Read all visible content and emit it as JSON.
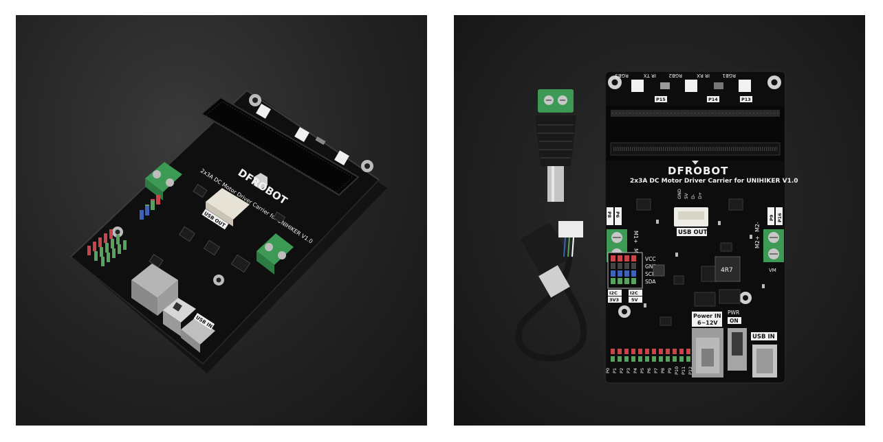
{
  "board": {
    "brand": "DFROBOT",
    "title": "2x3A DC Motor Driver Carrier for UNIHIKER V1.0",
    "title_angled": "2x3A DC Motor Driver Carrier for UNIHIKER V1.0"
  },
  "labels": {
    "rgb3": "RGB3",
    "ir_tx": "IR TX",
    "rgb2": "RGB2",
    "ir_rx": "IR RX",
    "rgb1": "RGB1",
    "p15": "P15",
    "p14": "P14",
    "p13": "P13",
    "usb_out": "USB OUT",
    "gnd": "GND",
    "v5": "5V",
    "dminus": "D-",
    "dplus": "D+",
    "p8": "P8",
    "p6": "P6",
    "p9": "P9",
    "p16": "P16",
    "m1p": "M1+",
    "m1m": "M1-",
    "m2p": "M2+",
    "m2m": "M2-",
    "vm": "VM",
    "vcc": "VCC",
    "gnd2": "GND",
    "scl": "SCL",
    "sda": "SDA",
    "i2c": "I2C",
    "v3v3": "3V3",
    "v5b": "5V",
    "power_in": "Power IN",
    "power_range": "6~12V",
    "pwr": "PWR",
    "on": "ON",
    "usb_in": "USB IN",
    "pin_row": [
      "P0",
      "P1",
      "P2",
      "P3",
      "P4",
      "P5",
      "P6",
      "P7",
      "P8",
      "P9",
      "P10",
      "P11",
      "P12"
    ],
    "inductor": "4R7"
  },
  "colors": {
    "background": "#1e1e1e",
    "pcb": "#0d0d0d",
    "terminal": "#3d9a55",
    "header_red": "#c8454a",
    "header_green": "#57a35e",
    "header_blue": "#3d62b8"
  }
}
